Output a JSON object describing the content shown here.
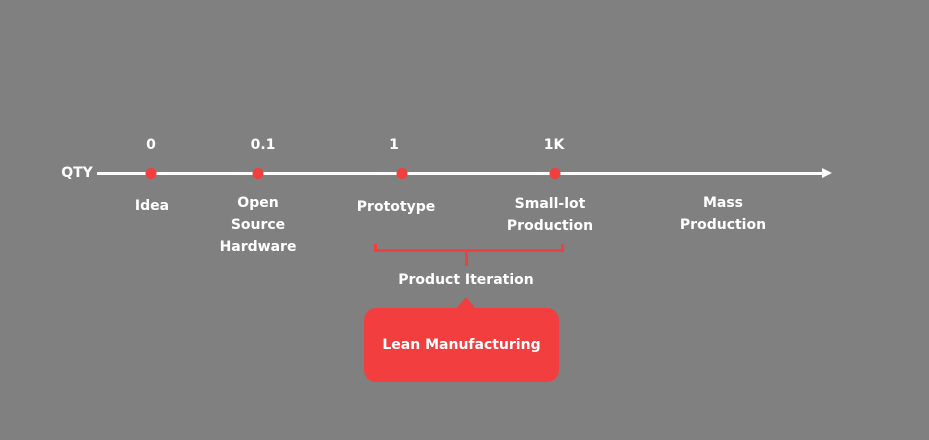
{
  "axis_label": "QTY",
  "colors": {
    "background": "#808080",
    "accent": "#f23e3e",
    "text": "#ffffff"
  },
  "stages": [
    {
      "qty": "0",
      "label": "Idea"
    },
    {
      "qty": "0.1",
      "label": "Open Source Hardware"
    },
    {
      "qty": "1",
      "label": "Prototype"
    },
    {
      "qty": "1K",
      "label": "Small-lot Production"
    },
    {
      "qty": "",
      "label": "Mass Production"
    }
  ],
  "bracket_label": "Product Iteration",
  "callout": "Lean Manufacturing"
}
